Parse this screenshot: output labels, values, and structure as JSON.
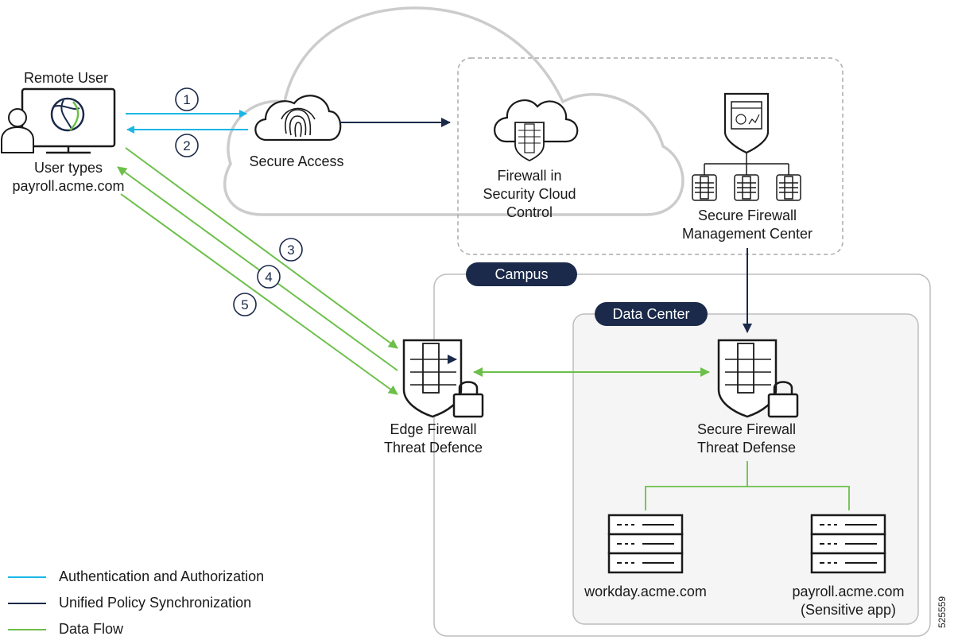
{
  "remote_user": {
    "title": "Remote User",
    "caption_line1": "User types",
    "caption_line2": "payroll.acme.com"
  },
  "secure_access": {
    "label": "Secure Access"
  },
  "firewall_scc": {
    "line1": "Firewall in",
    "line2": "Security Cloud",
    "line3": "Control"
  },
  "fmc": {
    "line1": "Secure Firewall",
    "line2": "Management Center"
  },
  "campus": {
    "label": "Campus"
  },
  "data_center": {
    "label": "Data Center"
  },
  "edge_ftd": {
    "line1": "Edge Firewall",
    "line2": "Threat Defence"
  },
  "secure_ftd": {
    "line1": "Secure Firewall",
    "line2": "Threat Defense"
  },
  "server_workday": {
    "line1": "workday.acme.com"
  },
  "server_payroll": {
    "line1": "payroll.acme.com",
    "line2": "(Sensitive app)"
  },
  "steps": [
    "1",
    "2",
    "3",
    "4",
    "5"
  ],
  "legend": [
    {
      "label": "Authentication and Authorization",
      "color": "#1ab7e6"
    },
    {
      "label": "Unified Policy Synchronization",
      "color": "#1b2a4a"
    },
    {
      "label": "Data Flow",
      "color": "#6cc04a"
    }
  ],
  "colors": {
    "cyan": "#1ab7e6",
    "navy": "#1b2a4a",
    "green": "#6cc04a",
    "gray": "#c8c8c8"
  },
  "figure_id": "525559"
}
